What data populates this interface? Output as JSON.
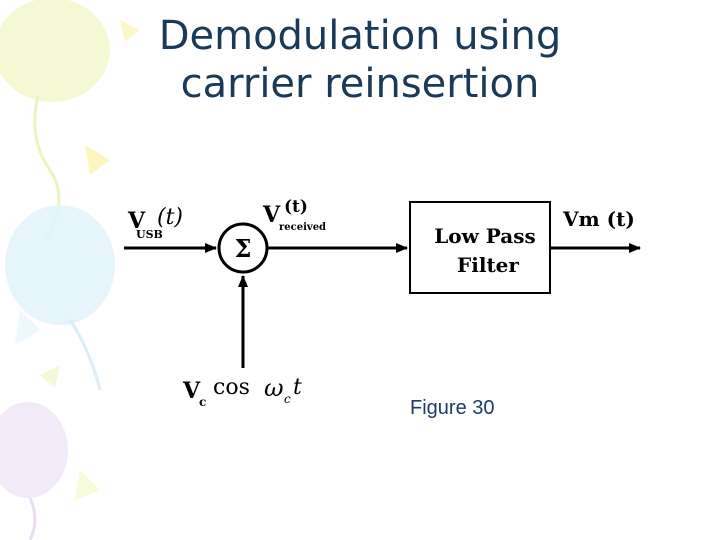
{
  "slide": {
    "title_line1": "Demodulation using",
    "title_line2": "carrier reinsertion",
    "figure_caption": "Figure 30"
  },
  "diagram": {
    "input_signal": {
      "main": "V",
      "args": "(t)",
      "subscript": "USB"
    },
    "received_signal": {
      "main": "V",
      "args": "(t)",
      "subscript": "received"
    },
    "summer_symbol": "Σ",
    "carrier_signal": {
      "main": "V",
      "subscript": "c",
      "func": "cos",
      "omega": "ω",
      "omega_sub": "c",
      "var": "t"
    },
    "filter": {
      "line1": "Low Pass",
      "line2": "Filter"
    },
    "output_signal": "Vm (t)"
  },
  "colors": {
    "title": "#1a3a58",
    "caption": "#1e3a6e",
    "diagram": "#000000"
  }
}
